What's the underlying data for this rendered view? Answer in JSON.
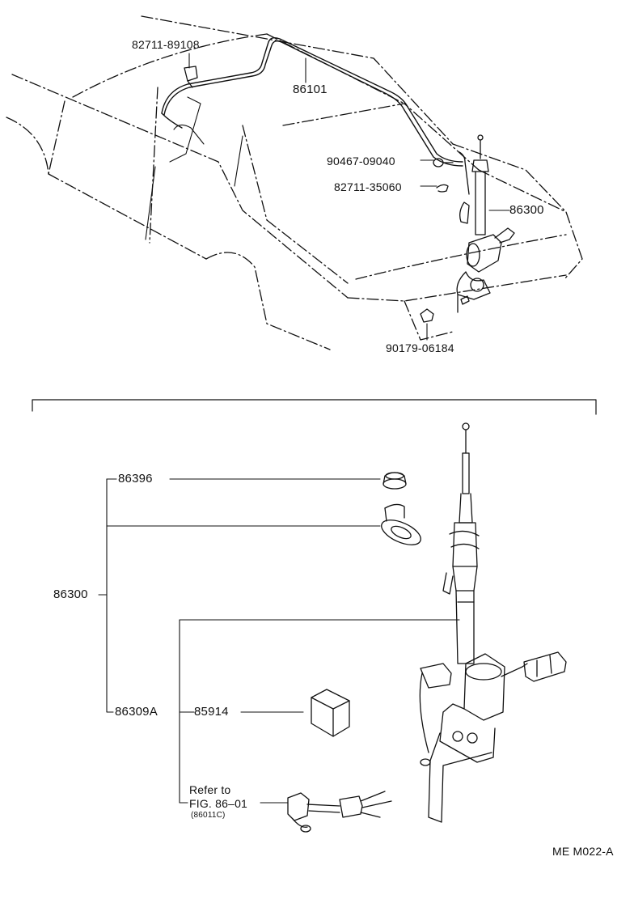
{
  "labels": {
    "p82711_89108": "82711-89108",
    "p86101": "86101",
    "p90467_09040": "90467-09040",
    "p82711_35060": "82711-35060",
    "p86300_top": "86300",
    "p90179_06184": "90179-06184",
    "p86396": "86396",
    "p86300_left": "86300",
    "p86309a": "86309A",
    "p85914": "85914",
    "refer_to": "Refer to",
    "fig_ref": "FIG. 86–01",
    "fig_sub": "(86011C)",
    "diagram_code": "ME M022-A"
  }
}
